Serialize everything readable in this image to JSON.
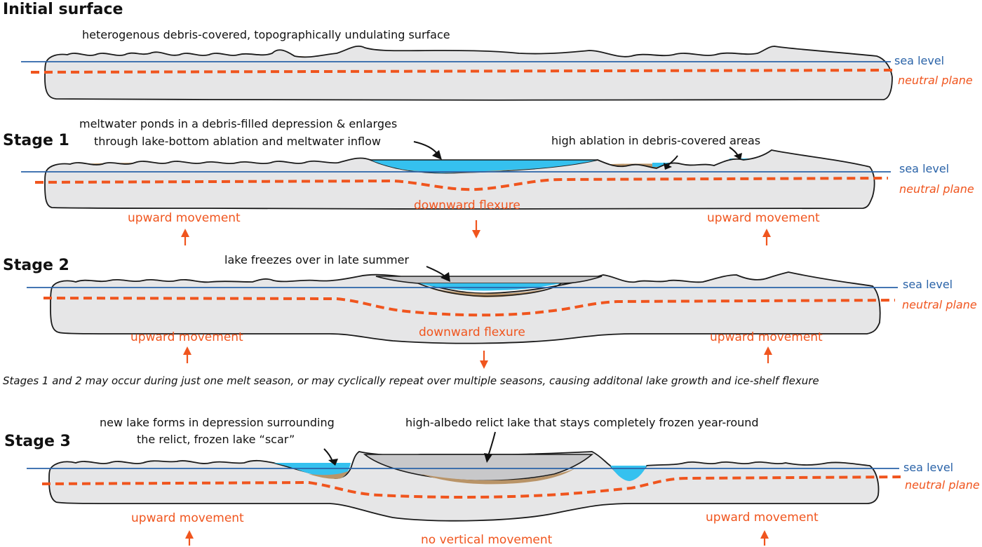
{
  "titles": {
    "initial": "Initial surface",
    "stage1": "Stage 1",
    "stage2": "Stage 2",
    "stage3": "Stage 3"
  },
  "labels": {
    "sea_level": "sea level",
    "neutral_plane": "neutral plane",
    "upward_movement": "upward movement",
    "downward_flexure": "downward flexure",
    "no_vertical_movement": "no vertical movement"
  },
  "annotations": {
    "initial_surface": "heterogenous debris-covered, topographically undulating surface",
    "stage1_pond_line1": "meltwater ponds in a debris-filled depression & enlarges",
    "stage1_pond_line2": "through lake-bottom ablation and meltwater inflow",
    "stage1_ablation": "high ablation in debris-covered areas",
    "stage2_freeze": "lake freezes over in late summer",
    "cycle_note": "Stages 1 and 2 may occur during just one melt season, or may cyclically repeat over multiple seasons, causing additonal lake growth and ice-shelf flexure",
    "stage3_newlake_line1": "new lake forms in depression surrounding",
    "stage3_newlake_line2": "the relict, frozen lake “scar”",
    "stage3_relict": "high-albedo relict lake that stays completely frozen year-round"
  },
  "colors": {
    "sea_level": "#2a63a8",
    "neutral_plane": "#f0551e",
    "debris": "#b99468",
    "meltwater": "#35c1ef",
    "ice_shelf": "#e6e6e7",
    "frozen_lake": "#c8c8ca"
  }
}
